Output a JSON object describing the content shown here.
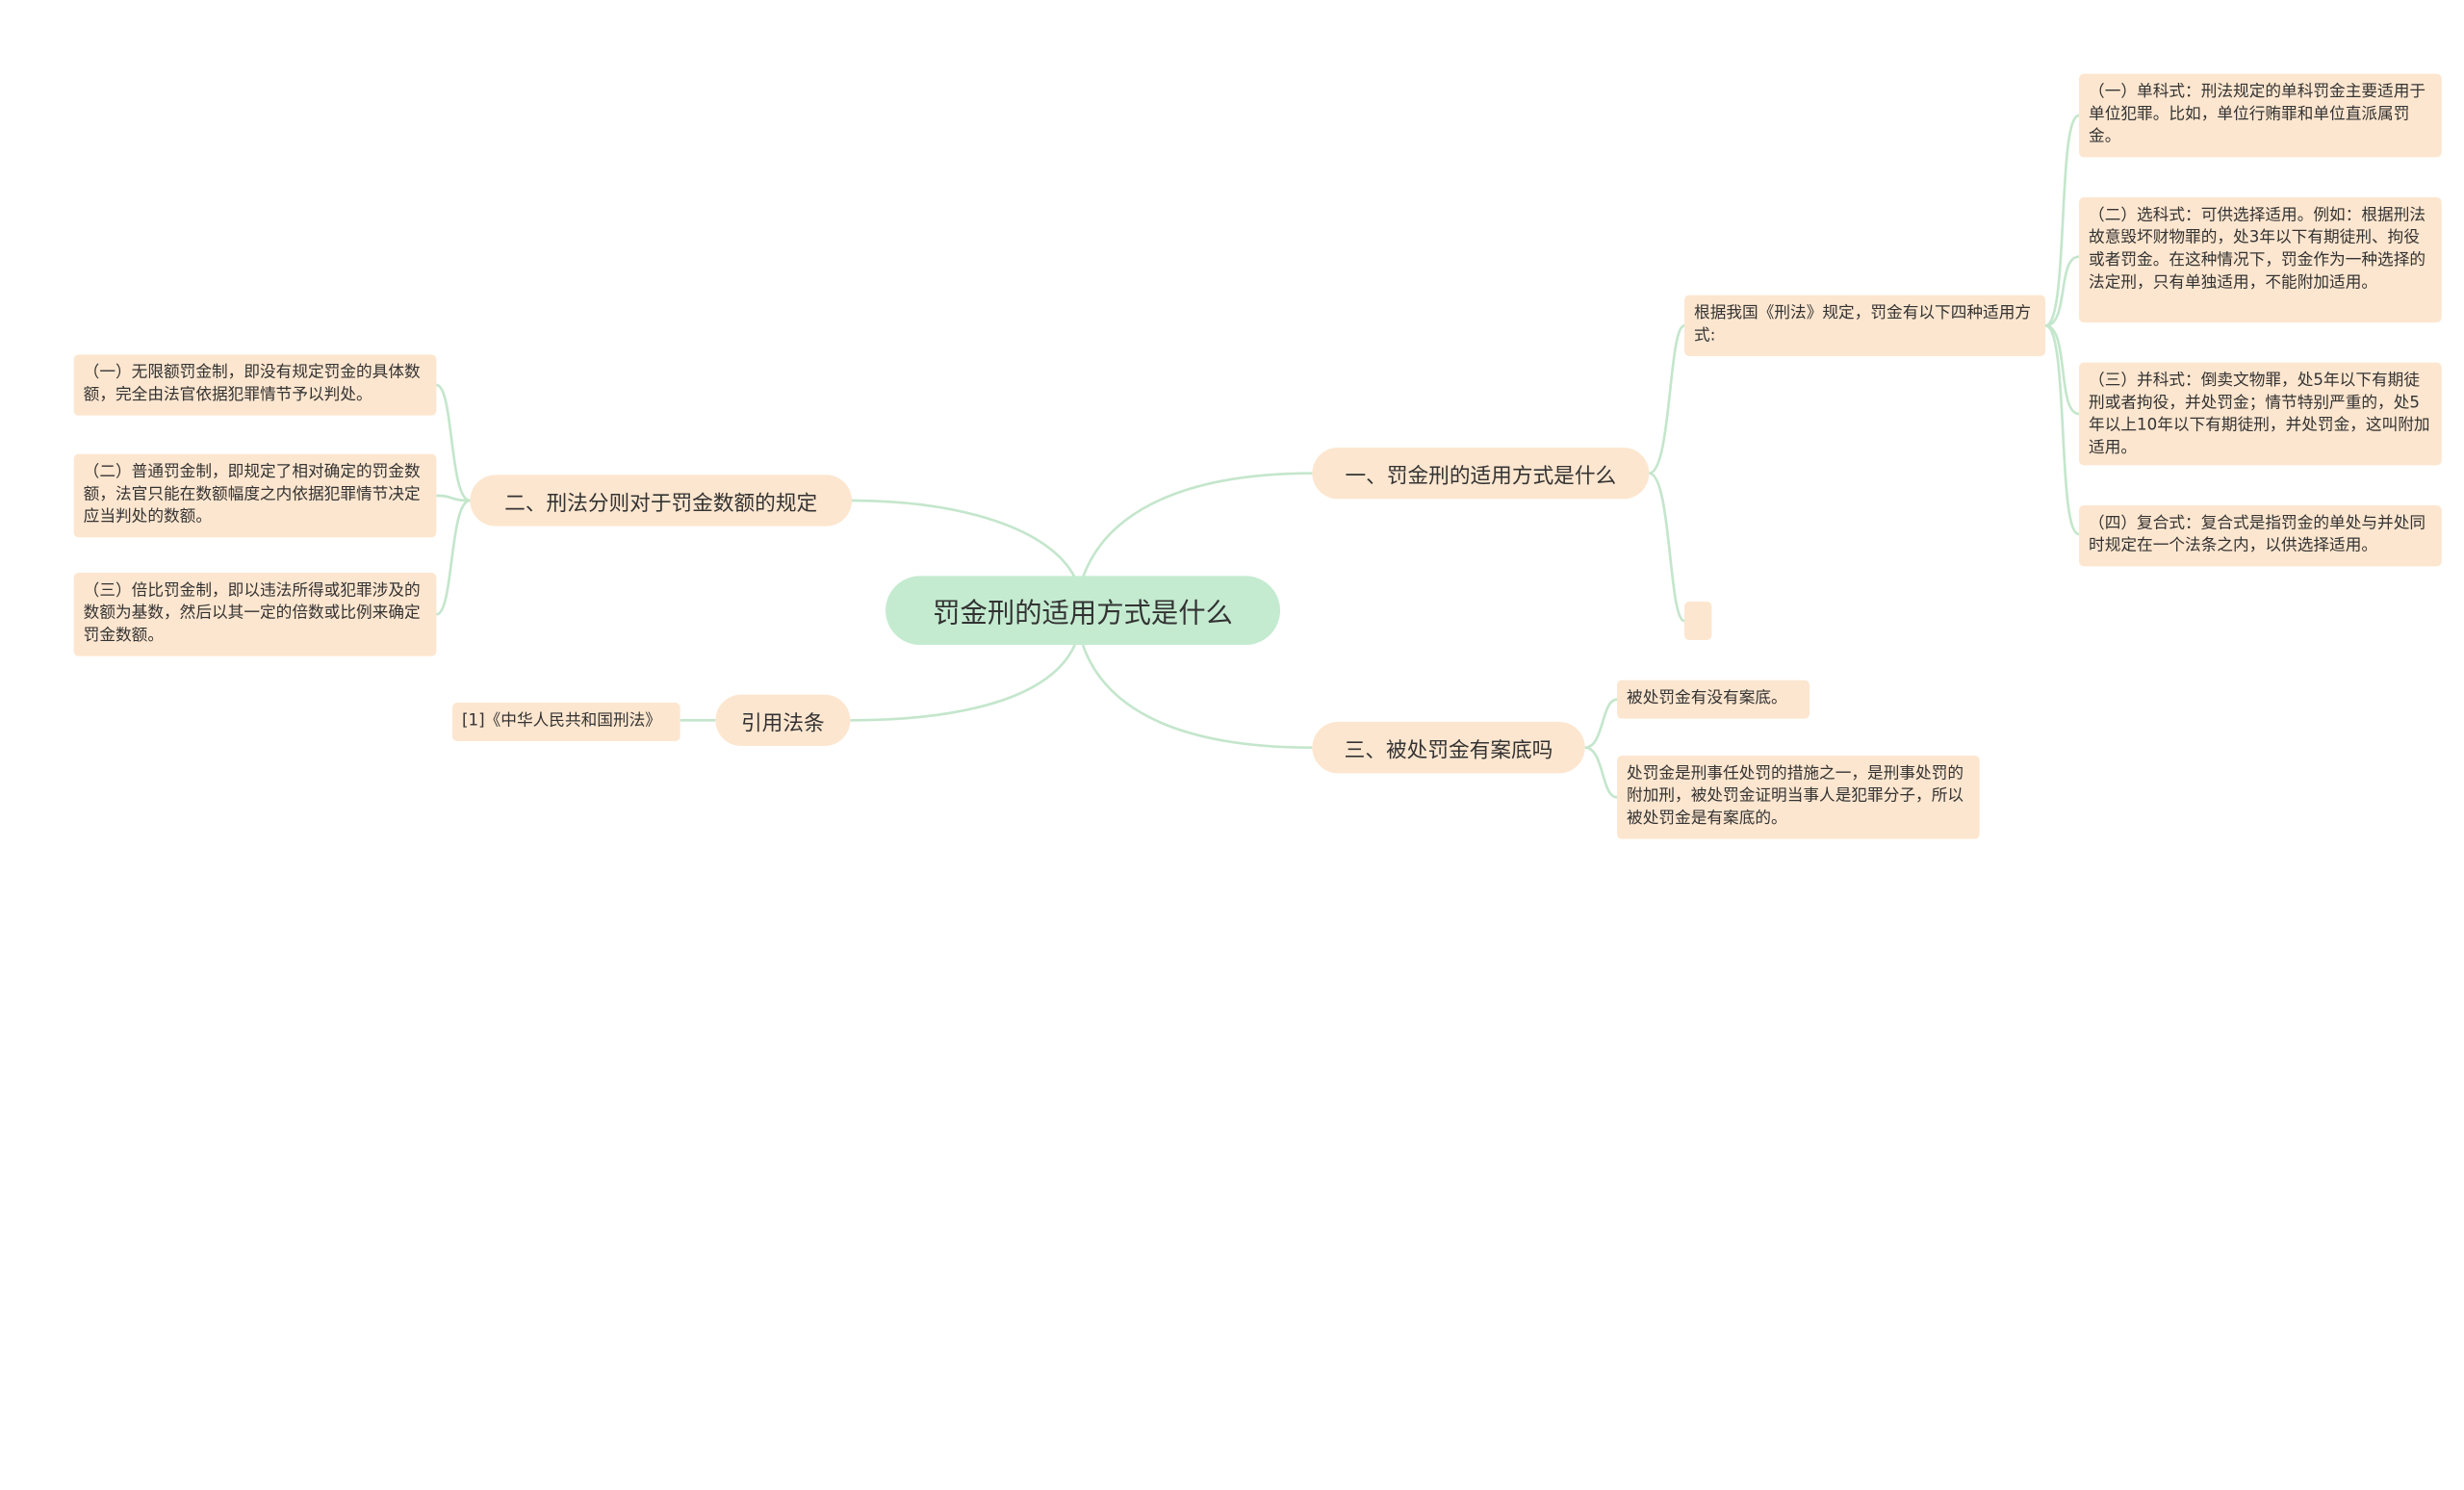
{
  "root": {
    "title": "罚金刑的适用方式是什么"
  },
  "branch_1": {
    "title": "一、罚金刑的适用方式是什么",
    "intro": "根据我国《刑法》规定，罚金有以下四种适用方式:",
    "items": [
      "（一）单科式：刑法规定的单科罚金主要适用于单位犯罪。比如，单位行贿罪和单位直派属罚金。",
      "（二）选科式：可供选择适用。例如：根据刑法故意毁坏财物罪的，处3年以下有期徒刑、拘役或者罚金。在这种情况下，罚金作为一种选择的法定刑，只有单独适用，不能附加适用。",
      "（三）并科式：倒卖文物罪，处5年以下有期徒刑或者拘役，并处罚金；情节特别严重的，处5年以上10年以下有期徒刑，并处罚金，这叫附加适用。",
      "（四）复合式：复合式是指罚金的单处与并处同时规定在一个法条之内，以供选择适用。"
    ]
  },
  "branch_2": {
    "title": "二、刑法分则对于罚金数额的规定",
    "items": [
      "（一）无限额罚金制，即没有规定罚金的具体数额，完全由法官依据犯罪情节予以判处。",
      "（二）普通罚金制，即规定了相对确定的罚金数额，法官只能在数额幅度之内依据犯罪情节决定应当判处的数额。",
      "（三）倍比罚金制，即以违法所得或犯罪涉及的数额为基数，然后以其一定的倍数或比例来确定罚金数额。"
    ]
  },
  "branch_3": {
    "title": "三、被处罚金有案底吗",
    "items": [
      "被处罚金有没有案底。",
      "处罚金是刑事任处罚的措施之一，是刑事处罚的附加刑，被处罚金证明当事人是犯罪分子，所以被处罚金是有案底的。"
    ]
  },
  "branch_4": {
    "title": "引用法条",
    "items": [
      "[1]《中华人民共和国刑法》"
    ]
  },
  "colors": {
    "root_fill": "#c4ebd0",
    "node_fill": "#fde6cf",
    "connector": "#c4e6cc",
    "text": "#333333"
  }
}
